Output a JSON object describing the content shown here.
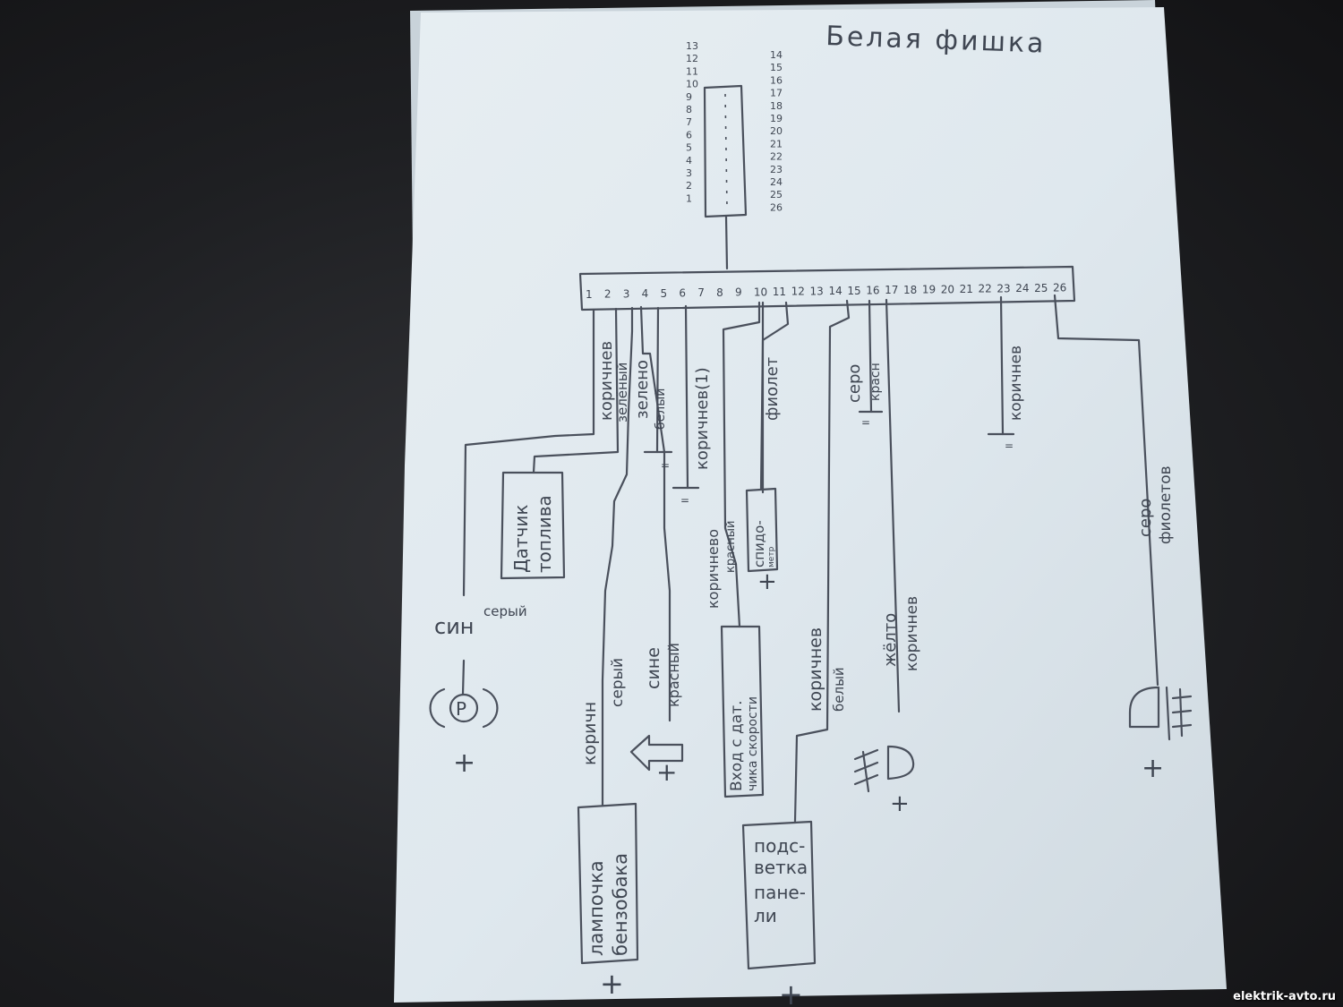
{
  "title": "Белая фишка",
  "connector_small": {
    "left_pins": [
      "13",
      "12",
      "11",
      "10",
      "9",
      "8",
      "7",
      "6",
      "5",
      "4",
      "3",
      "2",
      "1"
    ],
    "right_pins": [
      "14",
      "15",
      "16",
      "17",
      "18",
      "19",
      "20",
      "21",
      "22",
      "23",
      "24",
      "25",
      "26"
    ]
  },
  "connector_bar": {
    "pins": [
      "1",
      "2",
      "3",
      "4",
      "5",
      "6",
      "7",
      "8",
      "9",
      "10",
      "11",
      "12",
      "13",
      "14",
      "15",
      "16",
      "17",
      "18",
      "19",
      "20",
      "21",
      "22",
      "23",
      "24",
      "25",
      "26"
    ]
  },
  "wires": {
    "w1": {
      "line1": "коричнев",
      "line2": "зелёный"
    },
    "w6": {
      "line1": "зелено",
      "line2": "белый"
    },
    "w8": {
      "line1": "коричнев(1)"
    },
    "w12": {
      "line1": "фиолет"
    },
    "w17": {
      "line1": "серо",
      "line2": "красн"
    },
    "w24": {
      "line1": "коричнев"
    },
    "w26": {
      "line1": "серо",
      "line2": "фиолетов"
    },
    "w_left": {
      "line1": "син",
      "line2": "серый"
    },
    "w3": {
      "line1": "коричн",
      "line2": "серый"
    },
    "w5": {
      "line1": "сине",
      "line2": "красный"
    },
    "w9": {
      "line1": "коричнево",
      "line2": "красный"
    },
    "w16": {
      "line1": "коричнев",
      "line2": "белый"
    },
    "w18": {
      "line1": "жёлто",
      "line2": "коричнев"
    }
  },
  "components": {
    "fuel_sensor": {
      "line1": "Датчик",
      "line2": "топлива"
    },
    "speedometer": {
      "line1": "спидо-",
      "line2": "метр"
    },
    "speed_input": {
      "line1": "Вход с дат.",
      "line2": "чика скорости"
    },
    "fuel_lamp": {
      "line1": "лампочка",
      "line2": "бензобака"
    },
    "panel_light": {
      "line1": "подс-",
      "line2": "ветка",
      "line3": "пане-",
      "line4": "ли"
    }
  },
  "symbols": {
    "plus": "+",
    "parking_letter": "P",
    "ground": "="
  },
  "watermark": "elektrik-avto.ru"
}
